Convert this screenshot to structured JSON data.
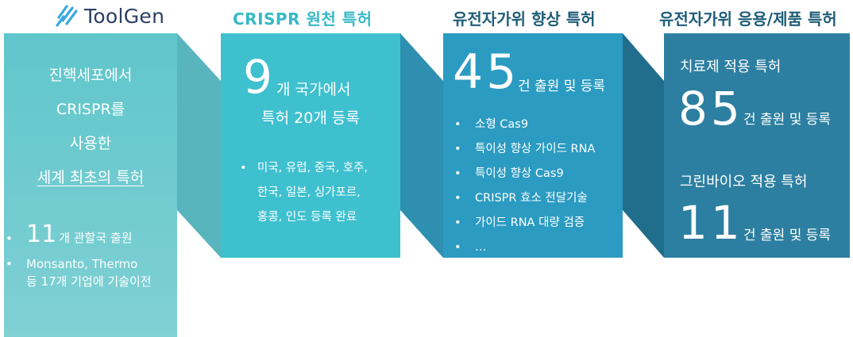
{
  "logo": {
    "brand": "ToolGen",
    "mark_icon": "toolgen-stripes-icon"
  },
  "headers": {
    "crispr_original": "CRISPR 원천 특허",
    "editing_improvement": "유전자가위 향상 특허",
    "applications": "유전자가위 응용/제품 특허"
  },
  "box1": {
    "lines": [
      "진핵세포에서",
      "CRISPR를",
      "사용한"
    ],
    "underlined": "세계 최초의 특허",
    "bullet1_number": "11",
    "bullet1_text": "개 관할국 출원",
    "bullet2_line1": "Monsanto, Thermo",
    "bullet2_line2": "등 17개 기업에 기술이전",
    "bullet_glyph": "•"
  },
  "box2": {
    "number": "9",
    "line1": "개 국가에서",
    "line2": "특허 20개 등록",
    "countries": [
      "미국, 유럽, 중국, 호주,",
      "한국, 일본, 싱가포르,",
      "홍콩, 인도 등록 완료"
    ]
  },
  "box3": {
    "number": "45",
    "suffix": "건 출원 및 등록",
    "items": [
      "소형 Cas9",
      "특이성 향상 가이드 RNA",
      "특이성 향상 Cas9",
      "CRISPR 효소 전달기술",
      "가이드 RNA 대량 검증",
      "…"
    ]
  },
  "box4": {
    "therapeutic_label": "치료제 적용 특허",
    "therapeutic_number": "85",
    "therapeutic_suffix": "건 출원 및 등록",
    "greenbio_label": "그린바이오 적용 특허",
    "greenbio_number": "11",
    "greenbio_suffix": "건 출원 및 등록"
  },
  "colors": {
    "box1": "#6fcbd0",
    "box2": "#3ec0cf",
    "box3": "#2b9bc2",
    "box4": "#2d7fa1",
    "header_accent": "#36b9c6",
    "header_dark": "#1f5d78",
    "logo_text": "#2b3f63",
    "logo_stripes": "#3aa8e0"
  }
}
